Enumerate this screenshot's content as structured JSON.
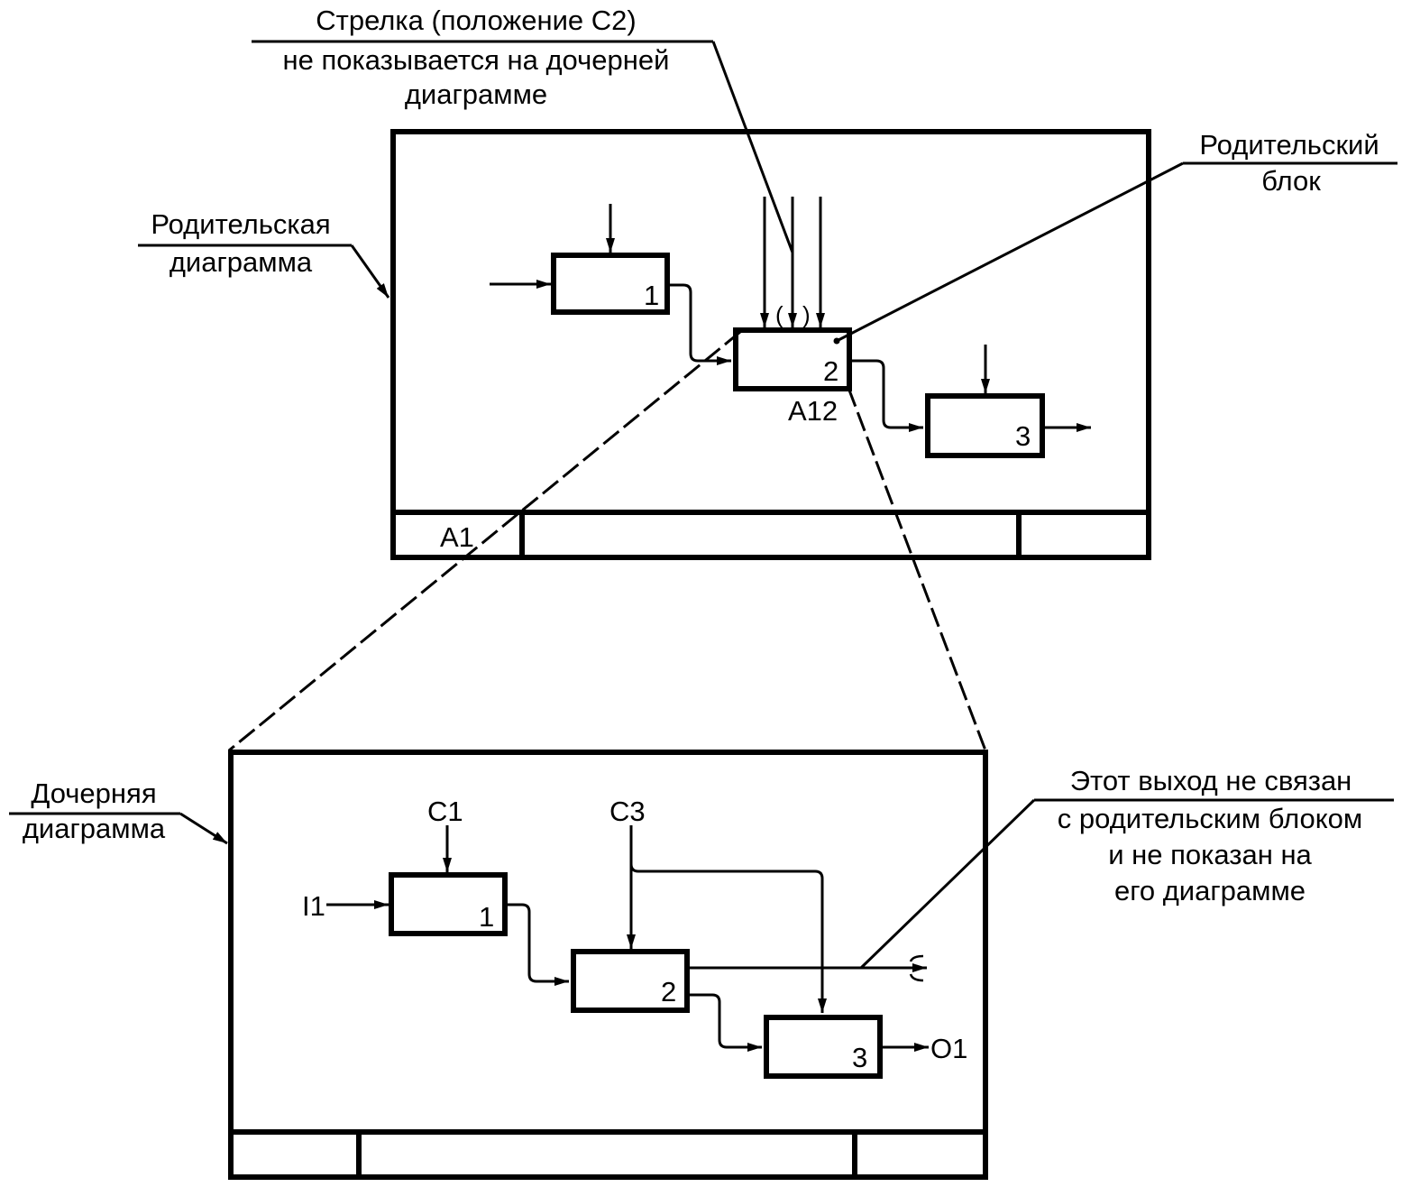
{
  "colors": {
    "ink": "#000000",
    "background": "#ffffff"
  },
  "callouts": {
    "arrow_c2": {
      "line1": "Стрелка (положение С2)",
      "line2": "не показывается на дочерней",
      "line3": "диаграмме"
    },
    "parent_block": {
      "line1": "Родительский",
      "line2": "блок"
    },
    "parent_diagram": {
      "line1": "Родительская",
      "line2": "диаграмма"
    },
    "child_diagram": {
      "line1": "Дочерняя",
      "line2": "диаграмма"
    },
    "unconnected_output": {
      "line1": "Этот выход не связан",
      "line2": "с родительским блоком",
      "line3": "и не показан на",
      "line4": "его диаграмме"
    }
  },
  "parent": {
    "node_label": "A1",
    "blocks": [
      {
        "number": "1"
      },
      {
        "number": "2",
        "node_ref": "A12"
      },
      {
        "number": "3"
      }
    ],
    "tunnel_marks": [
      "(",
      ")"
    ]
  },
  "child": {
    "blocks": [
      {
        "number": "1"
      },
      {
        "number": "2"
      },
      {
        "number": "3"
      }
    ],
    "icom": {
      "input": "I1",
      "control1": "C1",
      "control3": "C3",
      "output": "O1"
    }
  }
}
